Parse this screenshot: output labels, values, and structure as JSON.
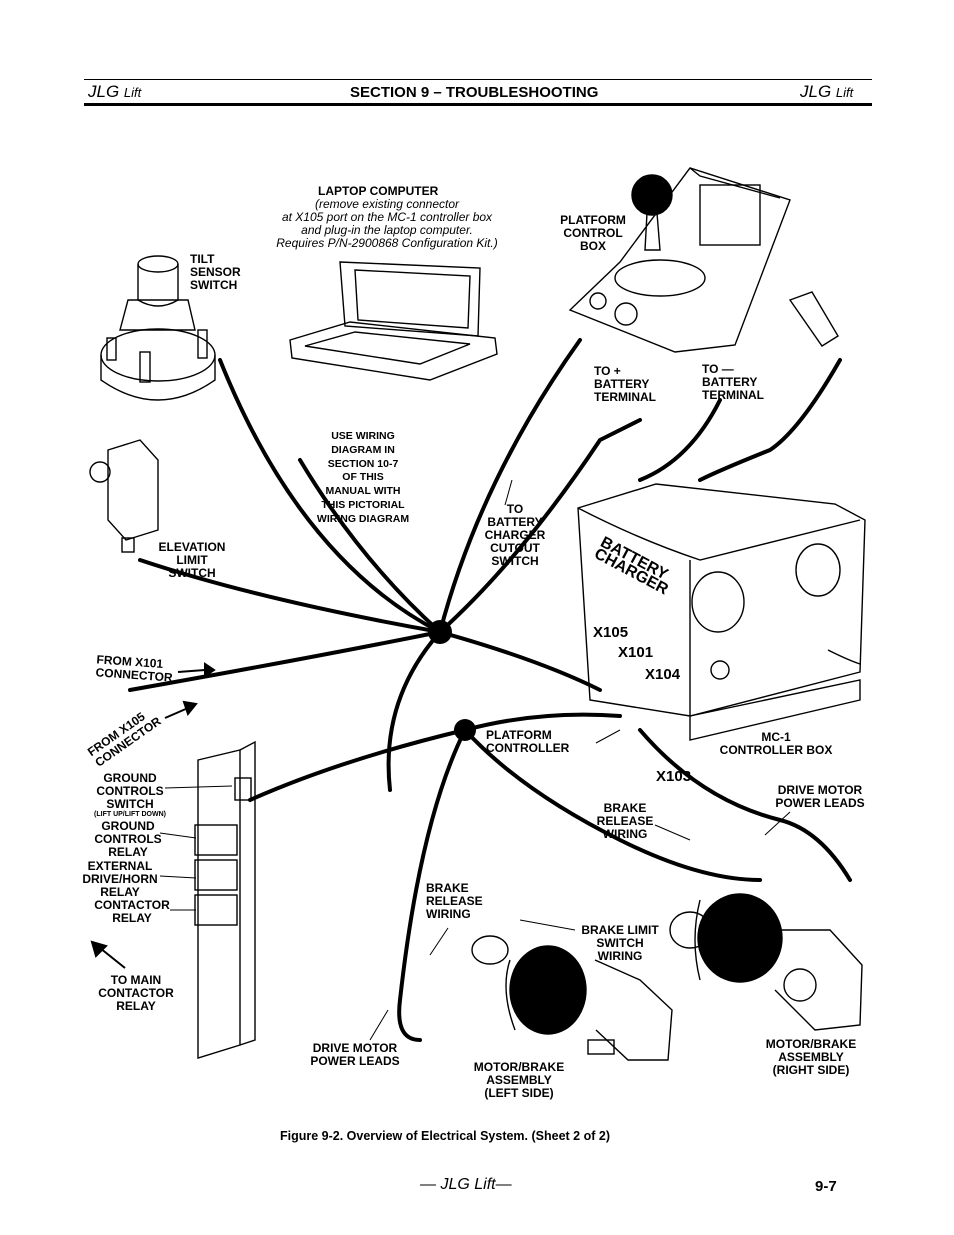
{
  "header": {
    "brand": "JLG",
    "brand_suffix": "Lift",
    "section": "SECTION 9 – TROUBLESHOOTING"
  },
  "labels": {
    "laptop_title": "LAPTOP COMPUTER",
    "laptop_note": [
      "(remove existing connector",
      "at X105 port on the MC-1 controller box",
      "and plug-in the laptop computer.",
      "Requires P/N-2900868 Configuration Kit.)"
    ],
    "tilt": [
      "TILT",
      "SENSOR",
      "SWITCH"
    ],
    "platform_control_box": [
      "PLATFORM",
      "CONTROL",
      "BOX"
    ],
    "to_pos_battery": [
      "TO +",
      "BATTERY",
      "TERMINAL"
    ],
    "to_neg_battery": [
      "TO —",
      "BATTERY",
      "TERMINAL"
    ],
    "use_wiring": [
      "USE WIRING",
      "DIAGRAM IN",
      "SECTION 10-7",
      "OF THIS",
      "MANUAL WITH",
      "THIS PICTORIAL",
      "WIRING DIAGRAM"
    ],
    "to_battery_charger": [
      "TO",
      "BATTERY",
      "CHARGER",
      "CUTOUT",
      "SWITCH"
    ],
    "elevation": [
      "ELEVATION",
      "LIMIT",
      "SWITCH"
    ],
    "battery_charger": "BATTERY CHARGER",
    "x105": "X105",
    "x101": "X101",
    "x104": "X104",
    "x103": "X103",
    "from_x101": [
      "FROM X101",
      "CONNECTOR"
    ],
    "from_x105": [
      "FROM X105",
      "CONNECTOR"
    ],
    "platform_controller": [
      "PLATFORM",
      "CONTROLLER"
    ],
    "mc1": [
      "MC-1",
      "CONTROLLER BOX"
    ],
    "ground_controls_switch": [
      "GROUND",
      "CONTROLS",
      "SWITCH"
    ],
    "lift_up_down": "(LIFT UP/LIFT DOWN)",
    "ground_controls_relay": [
      "GROUND",
      "CONTROLS",
      "RELAY"
    ],
    "external_drive": [
      "EXTERNAL",
      "DRIVE/HORN",
      "RELAY"
    ],
    "contactor_relay": [
      "CONTACTOR",
      "RELAY"
    ],
    "to_main_contactor": [
      "TO MAIN",
      "CONTACTOR",
      "RELAY"
    ],
    "drive_motor_right": [
      "DRIVE MOTOR",
      "POWER LEADS"
    ],
    "brake_release_right": [
      "BRAKE",
      "RELEASE",
      "WIRING"
    ],
    "brake_release_left": [
      "BRAKE",
      "RELEASE",
      "WIRING"
    ],
    "brake_limit": [
      "BRAKE LIMIT",
      "SWITCH",
      "WIRING"
    ],
    "drive_motor_left": [
      "DRIVE MOTOR",
      "POWER LEADS"
    ],
    "motor_brake_left": [
      "MOTOR/BRAKE",
      "ASSEMBLY",
      "(LEFT SIDE)"
    ],
    "motor_brake_right": [
      "MOTOR/BRAKE",
      "ASSEMBLY",
      "(RIGHT SIDE)"
    ]
  },
  "caption": "Figure 9-2.  Overview of Electrical System. (Sheet 2 of 2)",
  "footer": "— JLG Lift—",
  "page_number": "9-7"
}
